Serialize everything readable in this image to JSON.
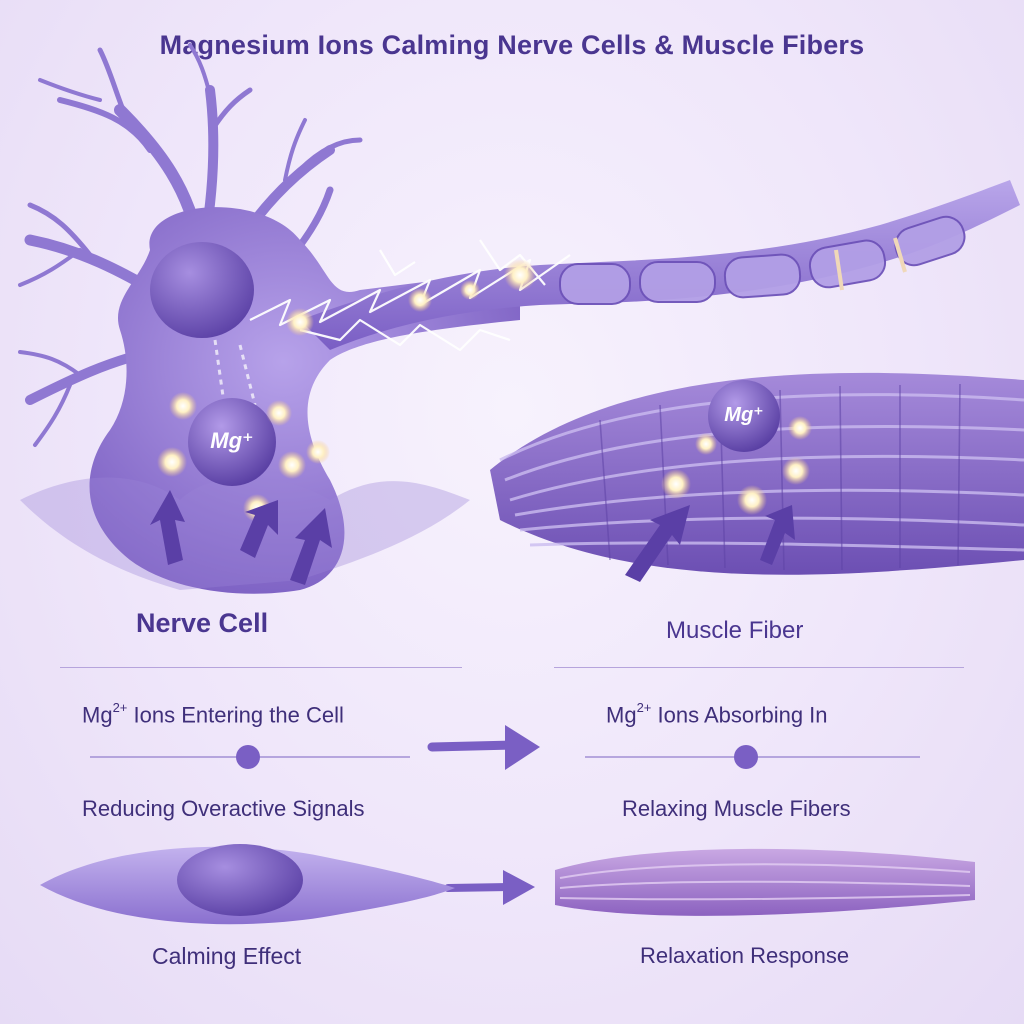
{
  "title": "Magnesium Ions Calming Nerve Cells & Muscle Fibers",
  "labels": {
    "nerve_cell": "Nerve Cell",
    "muscle_fiber": "Muscle Fiber",
    "ion_symbol": "Mg⁺"
  },
  "steps": {
    "nerve_entering_prefix": "Mg",
    "nerve_entering_sup": "2+",
    "nerve_entering_suffix": " Ions Entering the Cell",
    "muscle_absorbing_prefix": "Mg",
    "muscle_absorbing_sup": "2+",
    "muscle_absorbing_suffix": " Ions Absorbing In",
    "nerve_reducing": "Reducing Overactive Signals",
    "muscle_relaxing": "Relaxing Muscle Fibers",
    "nerve_outcome": "Calming Effect",
    "muscle_outcome": "Relaxation Response"
  },
  "colors": {
    "primary_purple": "#7e63c6",
    "text_purple": "#4a3690",
    "ion_glow": "#fff2c8",
    "background": "#f1e9fb"
  }
}
